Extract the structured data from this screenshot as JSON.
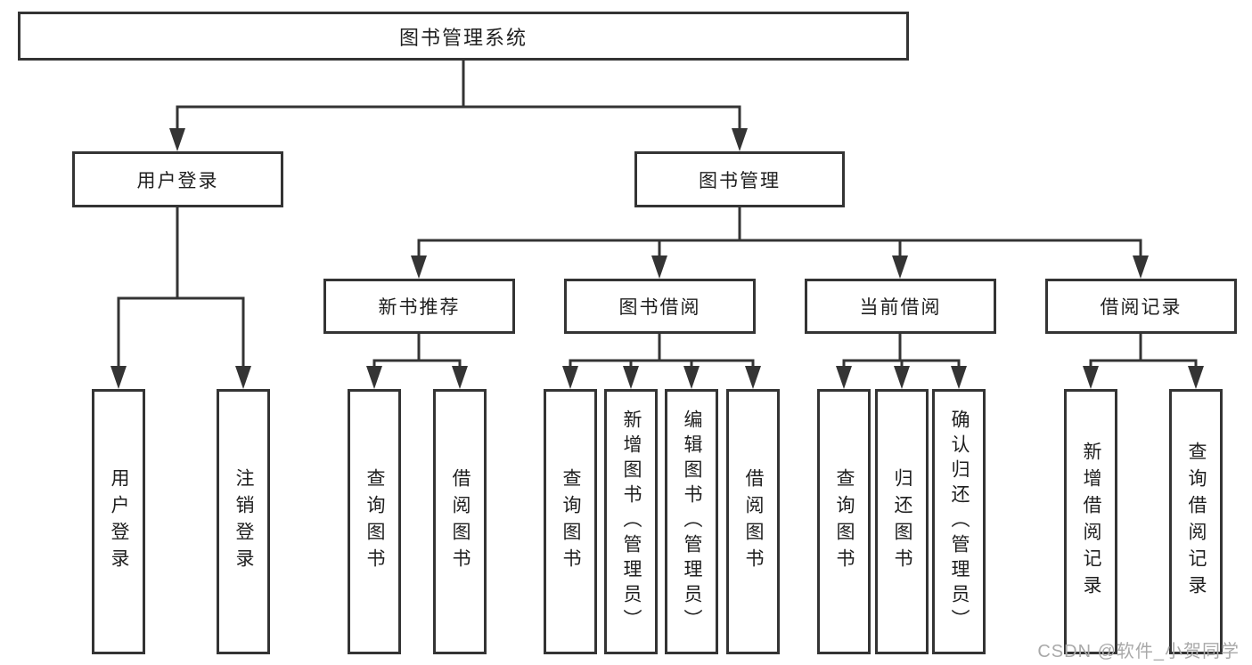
{
  "diagram_type": "hierarchy-tree",
  "tree": {
    "label": "图书管理系统",
    "children": [
      {
        "label": "用户登录",
        "children": [
          {
            "label": "用户登录"
          },
          {
            "label": "注销登录"
          }
        ]
      },
      {
        "label": "图书管理",
        "children": [
          {
            "label": "新书推荐",
            "children": [
              {
                "label": "查询图书"
              },
              {
                "label": "借阅图书"
              }
            ]
          },
          {
            "label": "图书借阅",
            "children": [
              {
                "label": "查询图书"
              },
              {
                "label": "新增图书（管理员）"
              },
              {
                "label": "编辑图书（管理员）"
              },
              {
                "label": "借阅图书"
              }
            ]
          },
          {
            "label": "当前借阅",
            "children": [
              {
                "label": "查询图书"
              },
              {
                "label": "归还图书"
              },
              {
                "label": "确认归还（管理员）"
              }
            ]
          },
          {
            "label": "借阅记录",
            "children": [
              {
                "label": "新增借阅记录"
              },
              {
                "label": "查询借阅记录"
              }
            ]
          }
        ]
      }
    ]
  },
  "watermark": "CSDN @软件_小贺同学",
  "colors": {
    "line": "#343434",
    "box_border": "#343434",
    "text": "#1f1f1f",
    "watermark": "#a9a9a9",
    "background": "#ffffff"
  }
}
